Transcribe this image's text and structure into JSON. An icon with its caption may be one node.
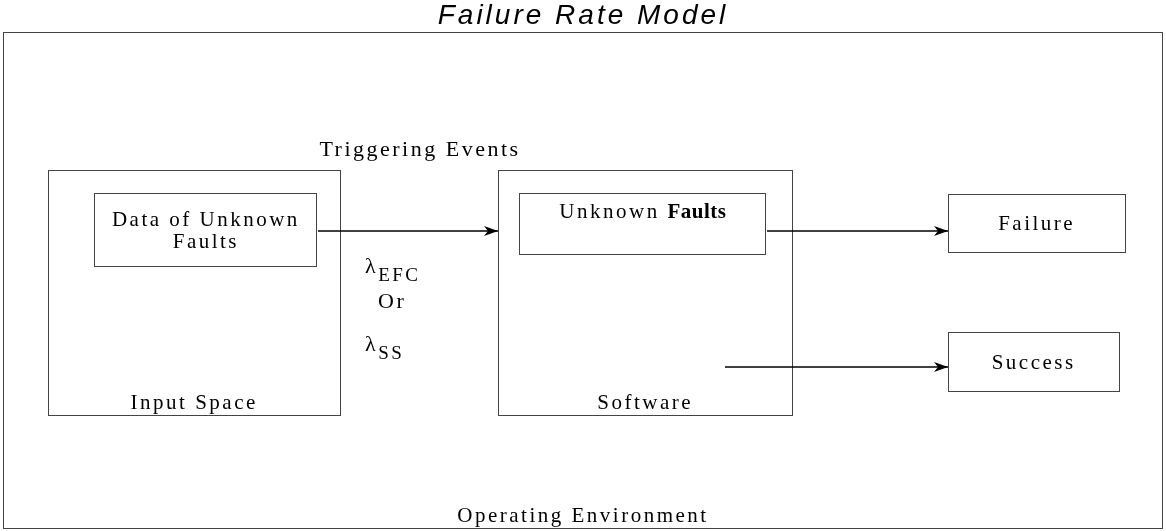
{
  "diagram": {
    "title": "Failure Rate Model",
    "nodes": [
      {
        "text": [
          "Operating Environment"
        ]
      },
      {
        "text": [
          "Input Space"
        ],
        "in": 0
      },
      {
        "text": [
          "Data of Unknown Faults"
        ],
        "in": 1
      },
      {
        "text": [
          "Software"
        ],
        "in": 0
      },
      {
        "text": [
          "Unknown **Faults**"
        ],
        "in": 3
      },
      {
        "text": [
          "Failure"
        ],
        "in": 0
      },
      {
        "text": [
          "Success"
        ],
        "in": 0
      }
    ],
    "edges": [
      {
        "from": 2,
        "to": 3,
        "arrow": "to",
        "label": "Triggering Events"
      },
      {
        "from": 4,
        "to": 5,
        "arrow": "to"
      },
      {
        "from": null,
        "to": 6,
        "arrow": "to"
      }
    ],
    "labels": [
      "λ$_{EFC}$",
      "Or",
      "λ$_{SS}$"
    ]
  }
}
